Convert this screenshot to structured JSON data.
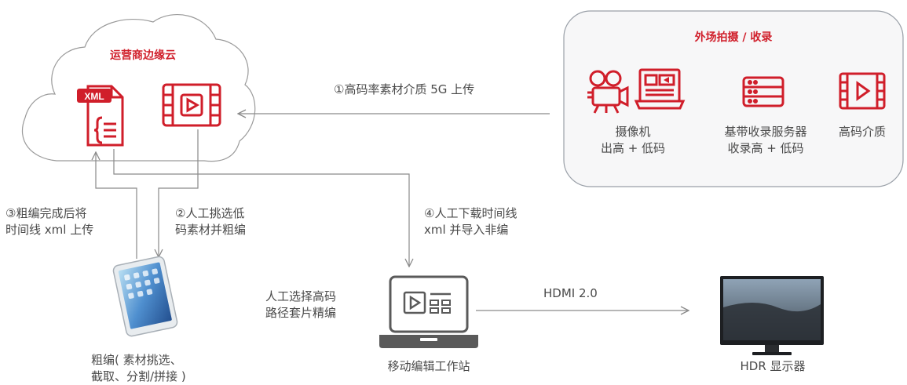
{
  "cloud": {
    "title": "运营商边缘云",
    "xml_badge": "XML"
  },
  "field": {
    "title": "外场拍摄 / 收录",
    "camera_label": "摄像机\n出高 + 低码",
    "server_label": "基带收录服务器\n收录高 + 低码",
    "media_label": "高码介质"
  },
  "steps": {
    "upload_5g": "①高码率素材介质 5G 上传",
    "pick_lowres": "②人工挑选低\n码素材并粗编",
    "upload_timeline": "③粗编完成后将\n时间线 xml 上传",
    "download_timeline": "④人工下载时间线\nxml 并导入非编",
    "select_highres": "人工选择高码\n路径套片精编"
  },
  "devices": {
    "tablet_label": "粗编( 素材挑选、\n截取、分割/拼接 )",
    "workstation_label": "移动编辑工作站",
    "hdmi_label": "HDMI 2.0",
    "monitor_label": "HDR 显示器"
  },
  "colors": {
    "accent": "#d01e2a",
    "line": "#8a8a8a",
    "panel_border": "#9aa0a8",
    "panel_fill": "#f7f7f8"
  }
}
